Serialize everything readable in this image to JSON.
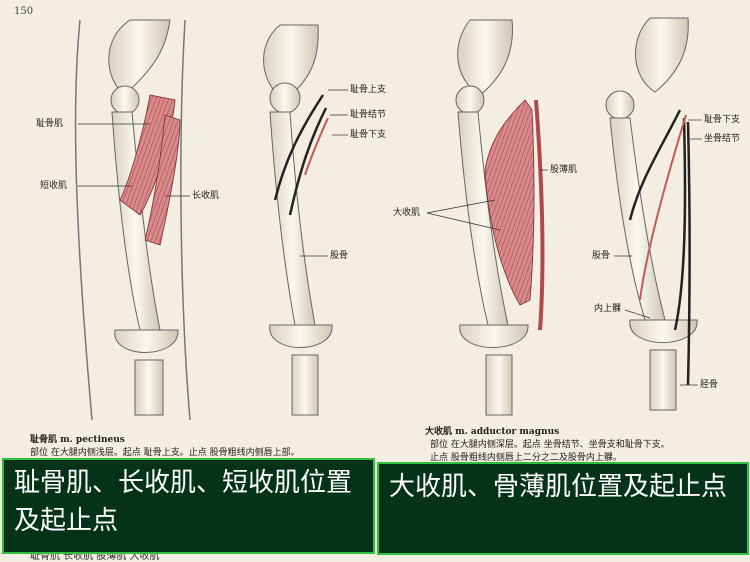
{
  "page_number": "150",
  "figure1": {
    "labels": {
      "pectineus": "耻骨肌",
      "adductor_brevis": "短收肌",
      "adductor_longus": "长收肌"
    },
    "caption_title": "耻骨肌 m. pectineus",
    "caption_line": "部位 在大腿内侧浅层。起点 耻骨上支。止点 股骨粗线内侧唇上部。"
  },
  "figure2": {
    "labels": {
      "superior_ramus": "耻骨上支",
      "pubic_tubercle": "耻骨结节",
      "inferior_ramus": "耻骨下支",
      "femur": "股骨"
    }
  },
  "figure3": {
    "labels": {
      "gracilis": "股薄肌",
      "adductor_magnus": "大收肌"
    },
    "caption_title": "大收肌 m. adductor magnus",
    "caption_line1": "部位 在大腿内侧深层。起点 坐骨结节、坐骨支和耻骨下支。",
    "caption_line2": "止点 股骨粗线内侧唇上二分之二及股骨内上髁。"
  },
  "figure4": {
    "labels": {
      "inferior_ramus": "耻骨下支",
      "ischial_tuberosity": "坐骨结节",
      "femur": "股骨",
      "medial_epicondyle": "内上髁",
      "tibia": "胫骨"
    }
  },
  "overlay": {
    "left_text": "耻骨肌、长收肌、短收肌位置及起止点",
    "right_text": "大收肌、骨薄肌位置及起止点"
  },
  "bottom_strip": "耻骨肌  长收肌  股薄肌  大收肌"
}
